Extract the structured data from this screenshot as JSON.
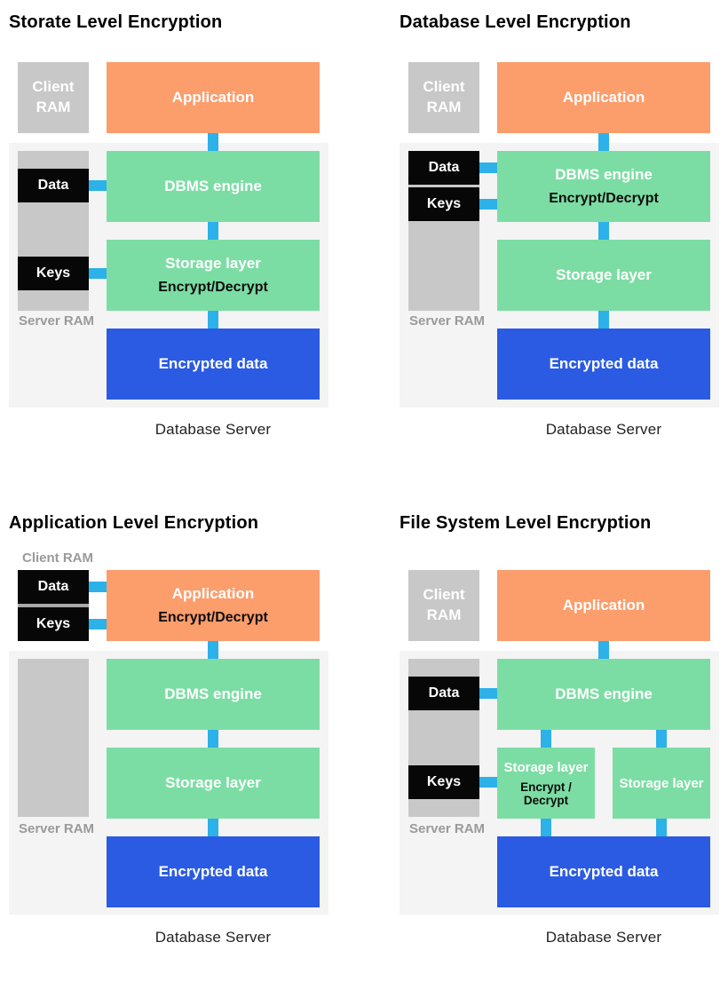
{
  "colors": {
    "application_orange": "#fc9d6c",
    "layer_green": "#7cdda4",
    "encrypted_blue": "#2b5be2",
    "connector_cyan": "#2cb1e8",
    "panel_gray": "#f4f4f4",
    "ram_gray": "#c8c8c8",
    "memory_black": "#070707",
    "muted_label_gray": "#9a9a9a"
  },
  "diagrams": {
    "storage": {
      "title": "Storate Level Encryption",
      "client_ram": "Client RAM",
      "application": "Application",
      "data": "Data",
      "keys": "Keys",
      "dbms": "DBMS engine",
      "storage_layer": "Storage layer",
      "storage_layer_sub": "Encrypt/Decrypt",
      "encrypted_data": "Encrypted data",
      "server_ram": "Server RAM",
      "footer": "Database Server"
    },
    "database": {
      "title": "Database Level Encryption",
      "client_ram": "Client RAM",
      "application": "Application",
      "data": "Data",
      "keys": "Keys",
      "dbms": "DBMS engine",
      "dbms_sub": "Encrypt/Decrypt",
      "storage_layer": "Storage layer",
      "encrypted_data": "Encrypted data",
      "server_ram": "Server RAM",
      "footer": "Database Server"
    },
    "application": {
      "title": "Application Level Encryption",
      "client_ram_label": "Client RAM",
      "data": "Data",
      "keys": "Keys",
      "application": "Application",
      "application_sub": "Encrypt/Decrypt",
      "dbms": "DBMS engine",
      "storage_layer": "Storage layer",
      "encrypted_data": "Encrypted data",
      "server_ram": "Server RAM",
      "footer": "Database Server"
    },
    "filesystem": {
      "title": "File System Level Encryption",
      "client_ram": "Client RAM",
      "application": "Application",
      "data": "Data",
      "keys": "Keys",
      "dbms": "DBMS engine",
      "storage_layer_left": "Storage layer",
      "storage_layer_left_sub": "Encrypt / Decrypt",
      "storage_layer_right": "Storage layer",
      "encrypted_data": "Encrypted data",
      "server_ram": "Server RAM",
      "footer": "Database Server"
    }
  }
}
